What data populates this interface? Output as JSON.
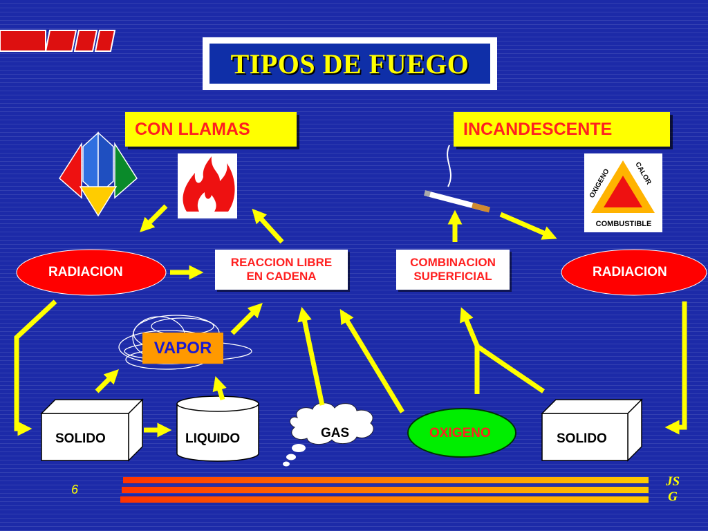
{
  "title": "TIPOS DE FUEGO",
  "headers": {
    "con_llamas": "CON LLAMAS",
    "incandescente": "INCANDESCENTE"
  },
  "nodes": {
    "radiacion_left": "RADIACION",
    "radiacion_right": "RADIACION",
    "reaccion_line1": "REACCION LIBRE",
    "reaccion_line2": "EN CADENA",
    "combinacion_line1": "COMBINACION",
    "combinacion_line2": "SUPERFICIAL",
    "vapor": "VAPOR",
    "solido_left": "SOLIDO",
    "liquido": "LIQUIDO",
    "gas": "GAS",
    "oxigeno": "OXIGENO",
    "solido_right": "SOLIDO"
  },
  "triangle_icon": {
    "left_side": "OXIGENO",
    "right_side": "CALOR",
    "bottom": "COMBUSTIBLE"
  },
  "footer": {
    "slide_number": "6",
    "author_line1": "JS",
    "author_line2": "G"
  },
  "colors": {
    "background": "#1c2aa8",
    "title_text": "#ffff00",
    "header_box": "#ffff00",
    "header_text": "#ff2020",
    "arrow": "#ffff00",
    "radiacion_ellipse": "#ff0000",
    "oxigeno_ellipse": "#00ee00",
    "vapor_box": "#ff9900"
  }
}
